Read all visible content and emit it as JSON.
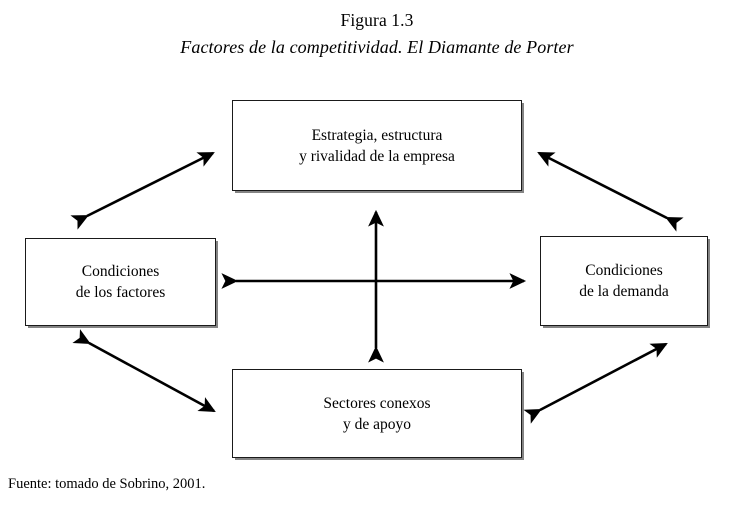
{
  "figure": {
    "number": "Figura 1.3",
    "subtitle": "Factores de la competitividad. El Diamante de Porter",
    "source": "Fuente: tomado de Sobrino, 2001."
  },
  "diagram": {
    "type": "diamond-framework",
    "nodes": [
      {
        "id": "strategy",
        "label": "Estrategia, estructura\ny rivalidad de la empresa",
        "position": "top"
      },
      {
        "id": "factors",
        "label": "Condiciones\nde los factores",
        "position": "left"
      },
      {
        "id": "demand",
        "label": "Condiciones\nde la demanda",
        "position": "right"
      },
      {
        "id": "sectors",
        "label": "Sectores conexos\ny de apoyo",
        "position": "bottom"
      }
    ],
    "connectors": [
      {
        "id": "factors-strategy",
        "from": "factors",
        "to": "strategy",
        "style": "double-arrow",
        "orientation": "diagonal-up-right"
      },
      {
        "id": "strategy-demand",
        "from": "strategy",
        "to": "demand",
        "style": "double-arrow",
        "orientation": "diagonal-down-right"
      },
      {
        "id": "factors-sectors",
        "from": "factors",
        "to": "sectors",
        "style": "double-arrow",
        "orientation": "diagonal-down-right"
      },
      {
        "id": "sectors-demand",
        "from": "sectors",
        "to": "demand",
        "style": "double-arrow",
        "orientation": "diagonal-up-right"
      },
      {
        "id": "strategy-sectors",
        "from": "strategy",
        "to": "sectors",
        "style": "double-arrow",
        "orientation": "vertical"
      },
      {
        "id": "factors-demand",
        "from": "factors",
        "to": "demand",
        "style": "double-arrow",
        "orientation": "horizontal"
      }
    ],
    "colors": {
      "stroke": "#000000",
      "box_border": "#1a1a1a",
      "box_fill": "#ffffff",
      "box_shadow": "#6e6e6e",
      "background": "#ffffff"
    }
  }
}
